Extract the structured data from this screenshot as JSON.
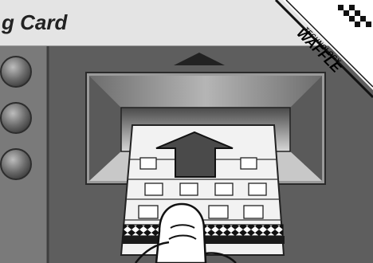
{
  "title": "g Card",
  "watermark": {
    "line1": "WAFFLE",
    "line2": "TECHNOLOGY"
  },
  "colors": {
    "background": "#ffffff",
    "title_band": "#e4e4e4",
    "machine_panel": "#5e5e5e",
    "slot_frame": "#8a8a8a",
    "card": "#f2f2f2",
    "ink": "#111111"
  },
  "icons": [
    "up-arrow-icon",
    "insert-arrow-icon",
    "hand-icon",
    "side-button-icon"
  ]
}
